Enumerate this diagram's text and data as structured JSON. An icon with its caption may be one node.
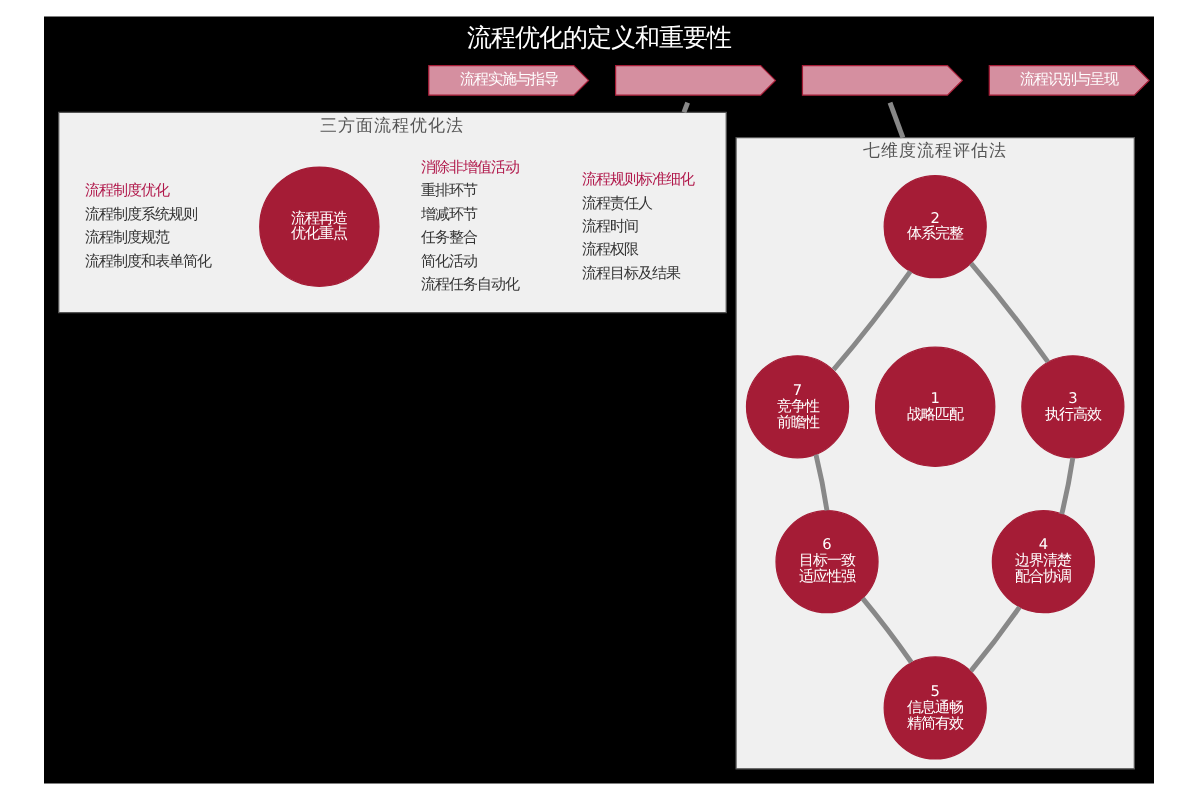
{
  "diagram": {
    "title": "流程优化的定义和重要性",
    "nodes": [
      {
        "text": [
          "流程实施与指导"
        ]
      },
      {
        "text": [],
        "shape": "box"
      },
      {
        "text": [],
        "shape": "box"
      },
      {
        "text": [
          "流程识别与呈现"
        ]
      },
      {
        "text": [
          "三方面流程优化法"
        ]
      },
      {
        "text": [
          "流程规则标准细化",
          "流程责任人",
          "流程时间",
          "流程权限",
          "流程目标及结果"
        ],
        "in": 4
      },
      {
        "text": [
          "消除非增值活动",
          "重排环节",
          "增减环节",
          "任务整合",
          "简化活动",
          "流程任务自动化"
        ],
        "in": 4
      },
      {
        "text": [
          "流程再造优化重点"
        ],
        "in": 4
      },
      {
        "text": [
          "流程制度优化",
          "流程制度系统规则",
          "流程制度规范",
          "流程制度和表单简化"
        ],
        "in": 4
      },
      {
        "text": [
          "七维度流程评估法"
        ]
      },
      {
        "text": [
          "2",
          "体系完整"
        ],
        "in": 9
      },
      {
        "text": [
          "7",
          "竞争性前瞻性"
        ],
        "in": 9
      },
      {
        "text": [
          "3",
          "执行高效"
        ],
        "in": 9
      },
      {
        "text": [
          "1",
          "战略匹配"
        ],
        "in": 9
      },
      {
        "text": [
          "6",
          "目标一致适应性强"
        ],
        "in": 9
      },
      {
        "text": [
          "4",
          "边界清楚配合协调"
        ],
        "in": 9
      },
      {
        "text": [
          "5",
          "信息通畅精简有效"
        ],
        "in": 9
      }
    ],
    "edges": [
      {
        "from": 1,
        "to": 4,
        "arrow": "none"
      },
      {
        "from": 2,
        "to": 9,
        "arrow": "none"
      },
      {
        "from": 10,
        "to": 12,
        "arrow": "none"
      },
      {
        "from": 12,
        "to": 15,
        "arrow": "none"
      },
      {
        "from": 15,
        "to": 16,
        "arrow": "none"
      },
      {
        "from": 16,
        "to": 14,
        "arrow": "none"
      },
      {
        "from": 14,
        "to": 11,
        "arrow": "none"
      },
      {
        "from": 11,
        "to": 10,
        "arrow": "none"
      }
    ]
  }
}
